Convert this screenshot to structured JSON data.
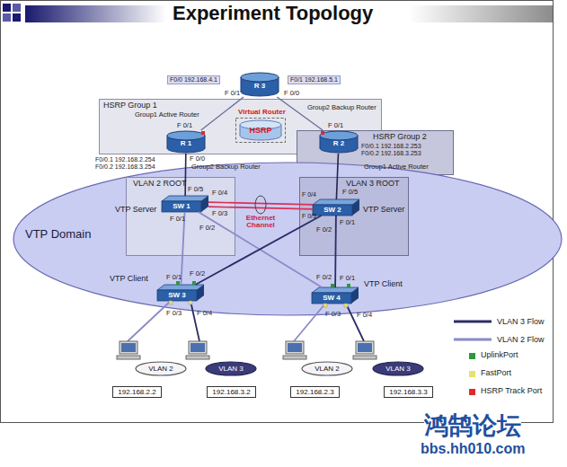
{
  "diagram": {
    "title": "Experiment Topology",
    "nodes": [
      {
        "text": [
          "R 3"
        ]
      },
      {
        "text": [
          "HSRP Group 1"
        ]
      },
      {
        "text": [
          "R 1"
        ],
        "in": 1
      },
      {
        "text": [
          "HSRP"
        ],
        "in": 1
      },
      {
        "text": [
          "HSRP Group 2"
        ]
      },
      {
        "text": [
          "R 2"
        ],
        "in": 4
      },
      {
        "text": [
          "VTP Domain"
        ]
      },
      {
        "text": [
          "VLAN 2 ROOT"
        ],
        "in": 6
      },
      {
        "text": [
          "SW 1"
        ],
        "in": 7
      },
      {
        "text": [
          "VLAN 3 ROOT"
        ],
        "in": 6
      },
      {
        "text": [
          "SW 2"
        ],
        "in": 9
      },
      {
        "text": [
          "SW 3"
        ],
        "in": 6
      },
      {
        "text": [
          "SW 4"
        ],
        "in": 6
      },
      {
        "text": [
          "VLAN 2"
        ]
      },
      {
        "text": [
          "VLAN 3"
        ]
      },
      {
        "text": [
          "VLAN 2"
        ]
      },
      {
        "text": [
          "VLAN 3"
        ]
      },
      {
        "text": [
          "192.168.2.2"
        ]
      },
      {
        "text": [
          "192.168.3.2"
        ]
      },
      {
        "text": [
          "192.168.2.3"
        ]
      },
      {
        "text": [
          "192.168.3.3"
        ]
      }
    ],
    "edges": [
      {
        "from": 0,
        "to": 2,
        "arrow": "none"
      },
      {
        "from": 0,
        "to": 5,
        "arrow": "none"
      },
      {
        "from": 2,
        "to": 8,
        "arrow": "none"
      },
      {
        "from": 5,
        "to": 10,
        "arrow": "none"
      },
      {
        "from": 8,
        "to": 10,
        "arrow": "none",
        "label": "Ethernet Channel"
      },
      {
        "from": 8,
        "to": 10,
        "arrow": "none"
      },
      {
        "from": 8,
        "to": 11,
        "arrow": "none"
      },
      {
        "from": 8,
        "to": 12,
        "arrow": "none"
      },
      {
        "from": 10,
        "to": 11,
        "arrow": "none"
      },
      {
        "from": 10,
        "to": 12,
        "arrow": "none"
      }
    ],
    "labels": [
      "F0/0 192.168.4.1",
      "F 0/1",
      "F0/1 192.168.5.1",
      "F 0/0",
      "Group1 Active Router",
      "Virtual Router",
      "Group2 Backup Router",
      "F 0/1",
      "F0/0.1 192.168.2.254",
      "F0/0.2 192.168.3.254",
      "F 0/0",
      "Group2 Backup Router",
      "F 0/1",
      "F0/0.1 192.168.2.253",
      "F0/0.2 192.168.3.253",
      "Group1 Active Router",
      "F 0/5",
      "F 0/4",
      "VTP Server",
      "F 0/3",
      "F 0/1",
      "F 0/2",
      "F 0/4",
      "F 0/5",
      "VTP Server",
      "F 0/3",
      "F 0/2",
      "F 0/1",
      "VTP Client",
      "F 0/1",
      "F 0/2",
      "F 0/3",
      "F 0/4",
      "F 0/2",
      "F 0/1",
      "VTP Client",
      "F 0/3",
      "F 0/4",
      "鸿鹄论坛",
      "bbs.hh010.com"
    ],
    "legend": [
      {
        "text": "VLAN 3 Flow"
      },
      {
        "text": "VLAN 2 Flow"
      },
      {
        "text": "UplinkPort",
        "color": "#2a9a3a"
      },
      {
        "text": "FastPort",
        "color": "#e8e070"
      },
      {
        "text": "HSRP Track Port",
        "color": "#e02a2a"
      }
    ]
  }
}
